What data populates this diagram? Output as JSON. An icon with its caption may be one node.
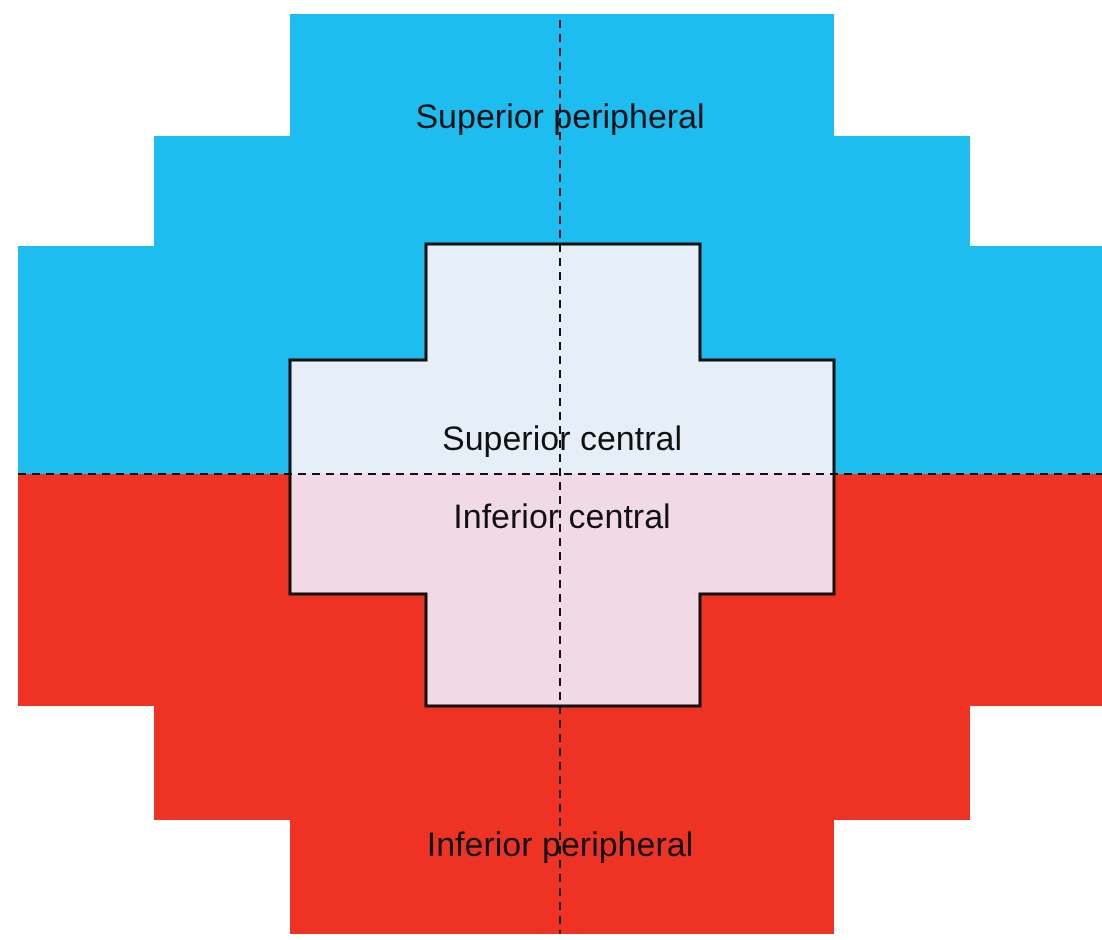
{
  "diagram": {
    "nodes": [
      {
        "text": [
          "Superior peripheral"
        ]
      },
      {
        "text": [
          "Inferior peripheral"
        ]
      },
      {
        "text": [
          "Superior central"
        ],
        "in": 0
      },
      {
        "text": [
          "Inferior central"
        ],
        "in": 1
      }
    ]
  }
}
